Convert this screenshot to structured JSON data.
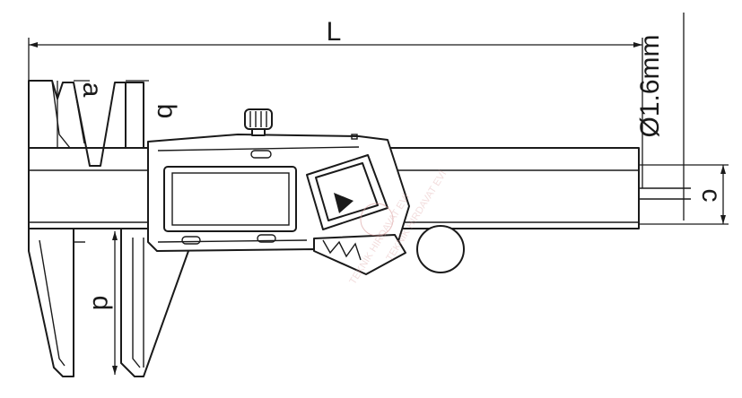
{
  "labels": {
    "length": "L",
    "outside_jaw_depth": "a",
    "inside_jaw_depth": "b",
    "depth_rod_width": "c",
    "jaw_depth": "d",
    "depth_rod_diameter": "Ø1.6mm"
  },
  "watermark": {
    "line1": "TEKNİK HIRDAVAT EVİ",
    "line2": "TEKNİK HIRDAVAT EVİ"
  },
  "colors": {
    "line": "#1a1a1a",
    "fill": "#ffffff",
    "watermark": "#d99a9a"
  },
  "icons": {
    "display_button": "play-triangle-icon"
  }
}
